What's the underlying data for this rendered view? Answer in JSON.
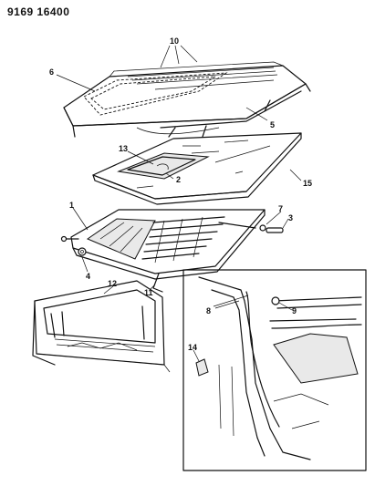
{
  "diagram": {
    "title": "9169 16400",
    "callouts": [
      "1",
      "2",
      "3",
      "4",
      "5",
      "6",
      "7",
      "8",
      "9",
      "10",
      "11",
      "12",
      "13",
      "14",
      "15"
    ]
  }
}
